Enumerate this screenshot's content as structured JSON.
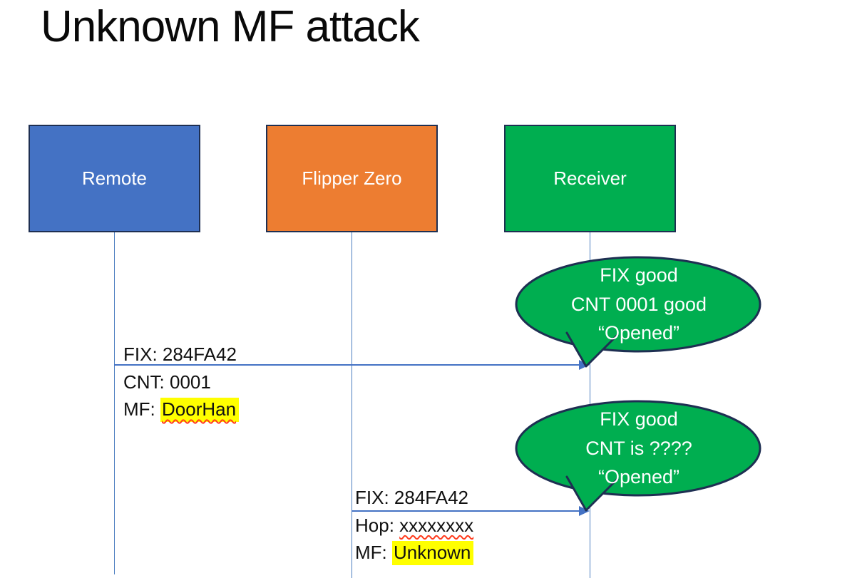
{
  "title": "Unknown MF attack",
  "actors": [
    {
      "label": "Remote",
      "fill": "#4472C4"
    },
    {
      "label": "Flipper Zero",
      "fill": "#ED7D31"
    },
    {
      "label": "Receiver",
      "fill": "#00AE50"
    }
  ],
  "colors": {
    "actor_border": "#1E2F52",
    "connector_blue": "#4472C4",
    "callout_fill": "#00AE50",
    "callout_border": "#1E2F52",
    "highlight_yellow": "#FFFF00",
    "squiggle_red": "#FF3B1D",
    "text_black": "#111111",
    "text_white": "#FFFFFF"
  },
  "messages": [
    {
      "line1": "FIX: 284FA42",
      "line2": "CNT: 0001",
      "line3_prefix": "MF: ",
      "line3_value": "DoorHan"
    },
    {
      "line1": "FIX: 284FA42",
      "line2_prefix": "Hop: ",
      "line2_value": "xxxxxxxx",
      "line3_prefix": "MF: ",
      "line3_value": "Unknown"
    }
  ],
  "callouts": [
    {
      "line1": "FIX good",
      "line2": "CNT 0001 good",
      "line3": "“Opened”"
    },
    {
      "line1": "FIX good",
      "line2": "CNT is ????",
      "line3": "“Opened”"
    }
  ]
}
